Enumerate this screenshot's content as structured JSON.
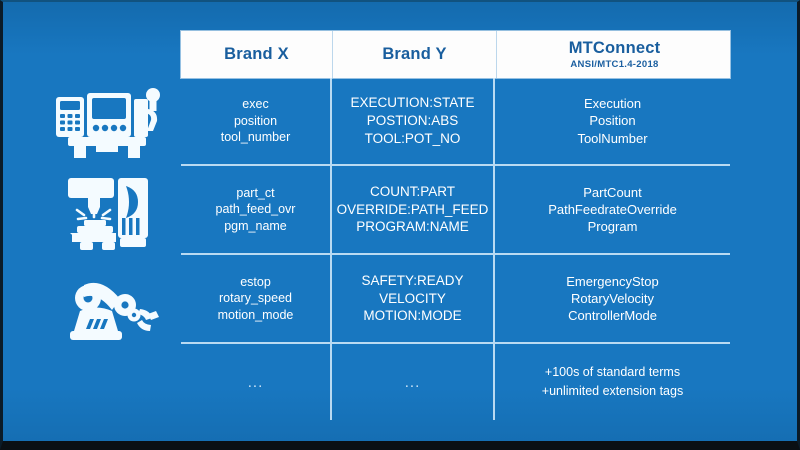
{
  "slide": {
    "background_color": "#1877c0",
    "header_background_color": "#fdfdfd",
    "header_text_color": "#195e9e",
    "divider_color": "#d6ebfa",
    "body_text_color": "#ffffff"
  },
  "icons": [
    {
      "name": "cnc-lathe-icon",
      "label": "CNC lathe machine tool"
    },
    {
      "name": "milling-machine-icon",
      "label": "Milling machine with coolant spray"
    },
    {
      "name": "robot-arm-icon",
      "label": "Industrial robotic arm"
    }
  ],
  "table": {
    "columns": [
      {
        "title": "Brand X",
        "subtitle": ""
      },
      {
        "title": "Brand Y",
        "subtitle": ""
      },
      {
        "title": "MTConnect",
        "subtitle": "ANSI/MTC1.4-2018"
      }
    ],
    "rows": [
      {
        "brand_x": [
          "exec",
          "position",
          "tool_number"
        ],
        "brand_y": [
          "EXECUTION:STATE",
          "POSTION:ABS",
          "TOOL:POT_NO"
        ],
        "mtconnect": [
          "Execution",
          "Position",
          "ToolNumber"
        ]
      },
      {
        "brand_x": [
          "part_ct",
          "path_feed_ovr",
          "pgm_name"
        ],
        "brand_y": [
          "COUNT:PART",
          "OVERRIDE:PATH_FEED",
          "PROGRAM:NAME"
        ],
        "mtconnect": [
          "PartCount",
          "PathFeedrateOverride",
          "Program"
        ]
      },
      {
        "brand_x": [
          "estop",
          "rotary_speed",
          "motion_mode"
        ],
        "brand_y": [
          "SAFETY:READY",
          "VELOCITY",
          "MOTION:MODE"
        ],
        "mtconnect": [
          "EmergencyStop",
          "RotaryVelocity",
          "ControllerMode"
        ]
      },
      {
        "brand_x": [
          "..."
        ],
        "brand_y": [
          "..."
        ],
        "mtconnect": [
          "+100s of standard terms",
          "+unlimited extension tags"
        ]
      }
    ]
  }
}
